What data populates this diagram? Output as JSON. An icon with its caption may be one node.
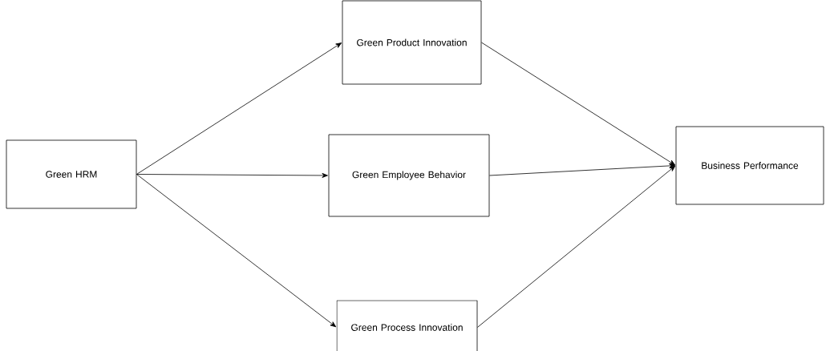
{
  "diagram": {
    "nodes": [
      {
        "text": [
          "Green HRM"
        ]
      },
      {
        "text": [
          "Green Product Innovation"
        ]
      },
      {
        "text": [
          "Green Employee Behavior"
        ]
      },
      {
        "text": [
          "Green Process Innovation"
        ]
      },
      {
        "text": [
          "Business Performance"
        ]
      }
    ],
    "edges": [
      {
        "from": 0,
        "to": 1,
        "arrow": "to"
      },
      {
        "from": 0,
        "to": 2,
        "arrow": "to"
      },
      {
        "from": 0,
        "to": 3,
        "arrow": "to"
      },
      {
        "from": 1,
        "to": 4,
        "arrow": "to"
      },
      {
        "from": 2,
        "to": 4,
        "arrow": "to"
      },
      {
        "from": 3,
        "to": 4,
        "arrow": "to"
      }
    ]
  }
}
